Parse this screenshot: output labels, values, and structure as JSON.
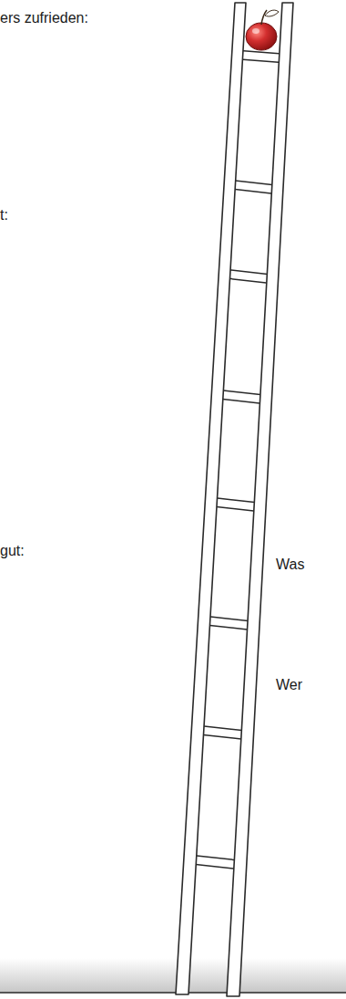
{
  "diagram": {
    "labels": [
      "ers zufrieden:",
      "t:",
      "gut:",
      "Was",
      "Wer"
    ]
  }
}
